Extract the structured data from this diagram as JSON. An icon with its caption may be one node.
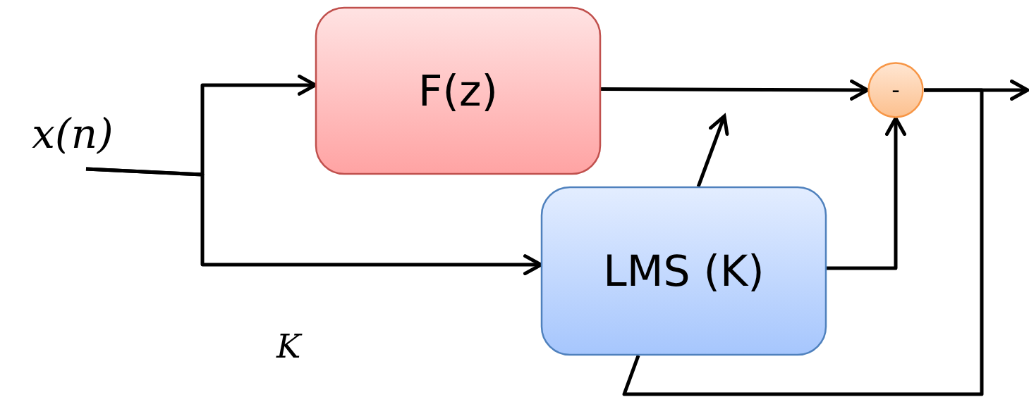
{
  "diagram": {
    "nodes": [
      {
        "text": [
          "x(n)"
        ]
      },
      {
        "text": [
          "F(z)"
        ]
      },
      {
        "text": [
          "LMS (K)"
        ]
      },
      {
        "text": [
          "-"
        ]
      }
    ],
    "edges": [
      {
        "from": 0,
        "to": 1,
        "arrow": "to"
      },
      {
        "from": 0,
        "to": 2,
        "arrow": "to"
      },
      {
        "from": 1,
        "to": 3,
        "arrow": "to"
      },
      {
        "from": 2,
        "to": 3,
        "arrow": "to"
      },
      {
        "from": 3,
        "to": null,
        "arrow": "to"
      },
      {
        "from": 3,
        "to": 2,
        "arrow": "none"
      },
      {
        "from": 2,
        "to": null,
        "arrow": "to"
      }
    ],
    "labels": [
      "K"
    ]
  }
}
